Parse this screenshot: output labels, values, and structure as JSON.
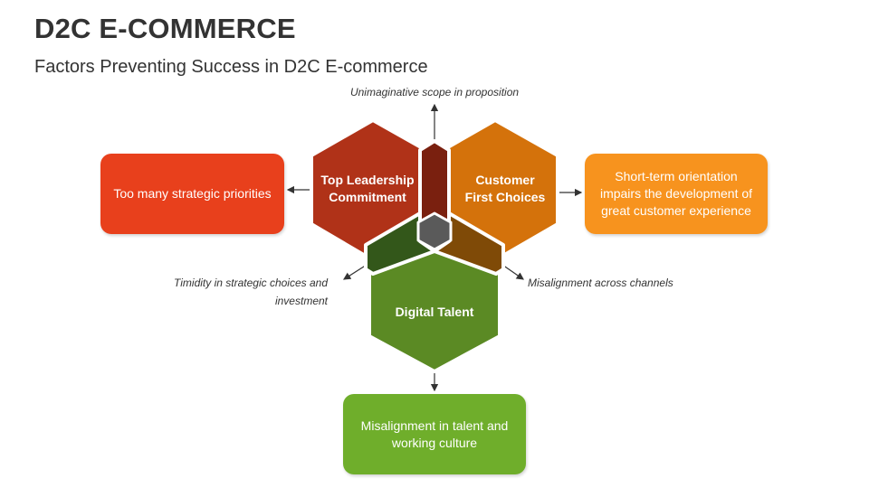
{
  "header": {
    "title": "D2C E-COMMERCE",
    "subtitle": "Factors Preventing Success in D2C E-commerce"
  },
  "hexagons": {
    "leadership": {
      "label": "Top Leadership\nCommitment",
      "color": "#b03218"
    },
    "customer": {
      "label": "Customer\nFirst Choices",
      "color": "#d4720b"
    },
    "digital": {
      "label": "Digital Talent",
      "color": "#5b8a24"
    },
    "overlap_colors": {
      "leadership_customer": "#7a200f",
      "leadership_digital": "#33571a",
      "customer_digital": "#7f4a07",
      "center": "#5a5a5a"
    }
  },
  "boxes": {
    "left": {
      "text": "Too many strategic priorities",
      "color": "#e8401c"
    },
    "right": {
      "text": "Short-term orientation impairs the development of great customer experience",
      "color": "#f7931e"
    },
    "bottom": {
      "text": "Misalignment in talent and working culture",
      "color": "#6fae2b"
    }
  },
  "annotations": {
    "top": "Unimaginative scope in proposition",
    "left": "Timidity in strategic choices and investment",
    "right": "Misalignment across channels"
  }
}
